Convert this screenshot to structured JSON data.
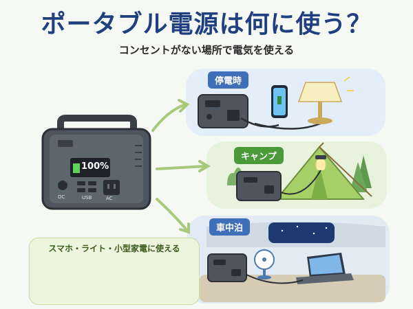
{
  "title": "ポータブル電源は何に使う？",
  "subtitle": "コンセントがない場所で電気を使える",
  "station": {
    "display": "100%",
    "labels": [
      "DC",
      "USB",
      "AC"
    ]
  },
  "scenes": [
    {
      "label": "停電時",
      "color": "#3f6fb8"
    },
    {
      "label": "キャンプ",
      "color": "#4a9a3a"
    },
    {
      "label": "車中泊",
      "color": "#3f6fb8"
    }
  ],
  "uses": {
    "label": "スマホ・ライト・小型家電に使える"
  }
}
